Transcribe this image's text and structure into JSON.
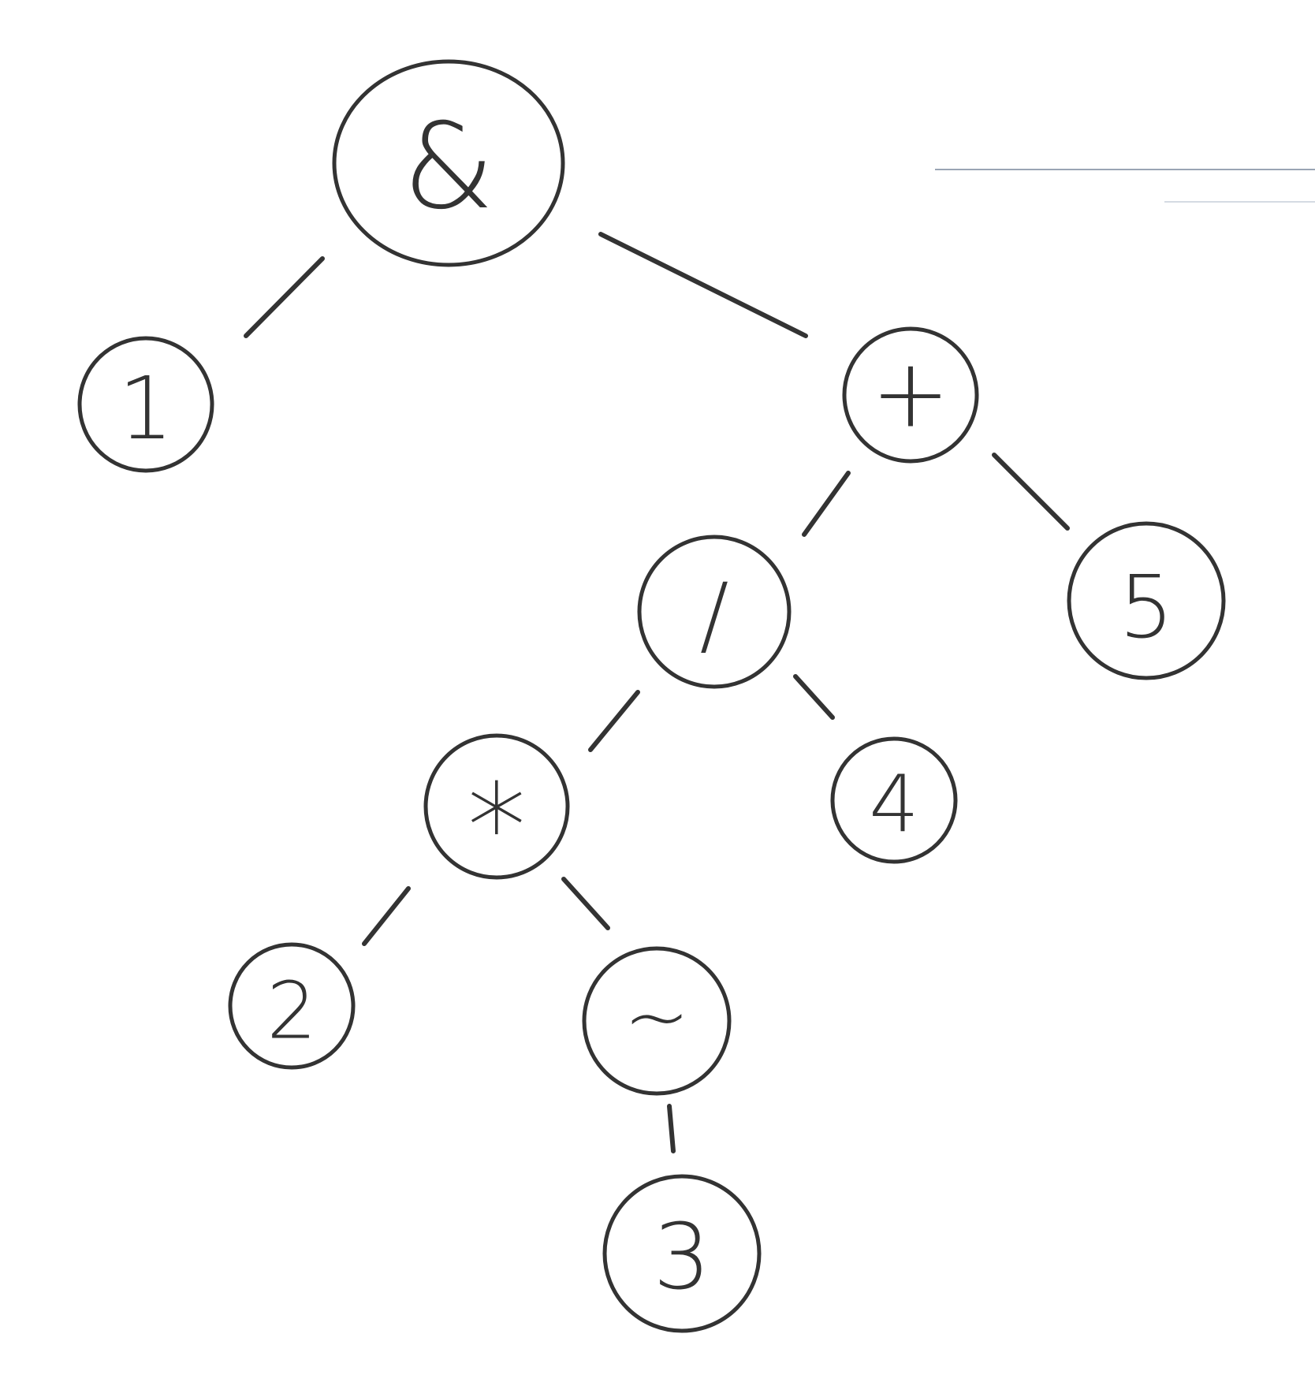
{
  "diagram": {
    "type": "expression-tree",
    "colors": {
      "ink": "#333333",
      "scan_line": "#9aa5b4"
    },
    "nodes": {
      "and": {
        "label": "&"
      },
      "one": {
        "label": "1"
      },
      "plus": {
        "label": "+"
      },
      "div": {
        "label": "/"
      },
      "five": {
        "label": "5"
      },
      "mul": {
        "label": "*"
      },
      "four": {
        "label": "4"
      },
      "two": {
        "label": "2"
      },
      "tilde": {
        "label": "~"
      },
      "three": {
        "label": "3"
      }
    },
    "edges": [
      [
        "and",
        "one"
      ],
      [
        "and",
        "plus"
      ],
      [
        "plus",
        "div"
      ],
      [
        "plus",
        "five"
      ],
      [
        "div",
        "mul"
      ],
      [
        "div",
        "four"
      ],
      [
        "mul",
        "two"
      ],
      [
        "mul",
        "tilde"
      ],
      [
        "tilde",
        "three"
      ]
    ]
  }
}
